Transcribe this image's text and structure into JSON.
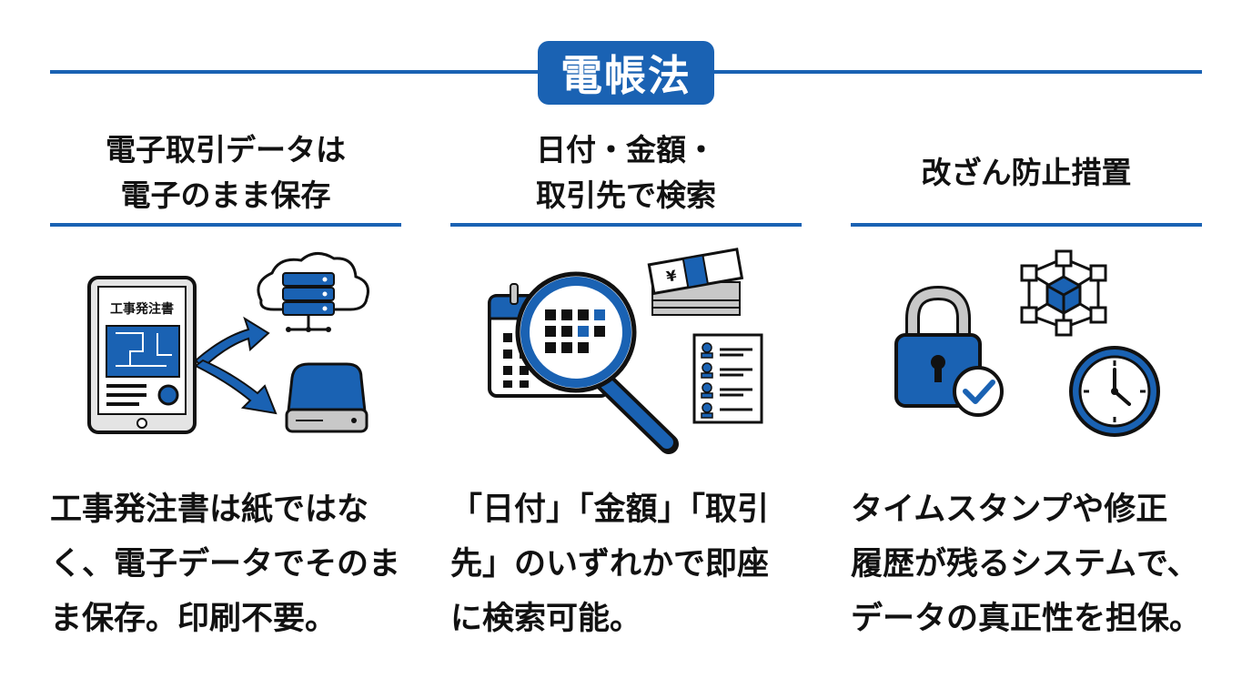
{
  "title": "電帳法",
  "columns": [
    {
      "heading": [
        "電子取引データは",
        "電子のまま保存"
      ],
      "body": [
        "工事発注書は紙ではな",
        "く、電子データでそのま",
        "ま保存。印刷不要。"
      ],
      "illustration_label": "工事発注書",
      "icons": [
        "tablet-document-icon",
        "cloud-server-icon",
        "hard-drive-icon",
        "arrow-icon"
      ]
    },
    {
      "heading": [
        "日付・金額・",
        "取引先で検索"
      ],
      "body": [
        "「日付」「金額」「取引",
        "先」のいずれかで即座",
        "に検索可能。"
      ],
      "illustration_label": "¥",
      "icons": [
        "calendar-icon",
        "magnifier-icon",
        "money-stack-icon",
        "contact-list-icon"
      ]
    },
    {
      "heading": [
        "改ざん防止措置"
      ],
      "body": [
        "タイムスタンプや修正",
        "履歴が残るシステムで、",
        "データの真正性を担保。"
      ],
      "icons": [
        "padlock-icon",
        "check-badge-icon",
        "blockchain-icon",
        "clock-icon"
      ]
    }
  ],
  "colors": {
    "accent": "#1a62b3",
    "ink": "#111111",
    "gray": "#c8c8c8"
  }
}
